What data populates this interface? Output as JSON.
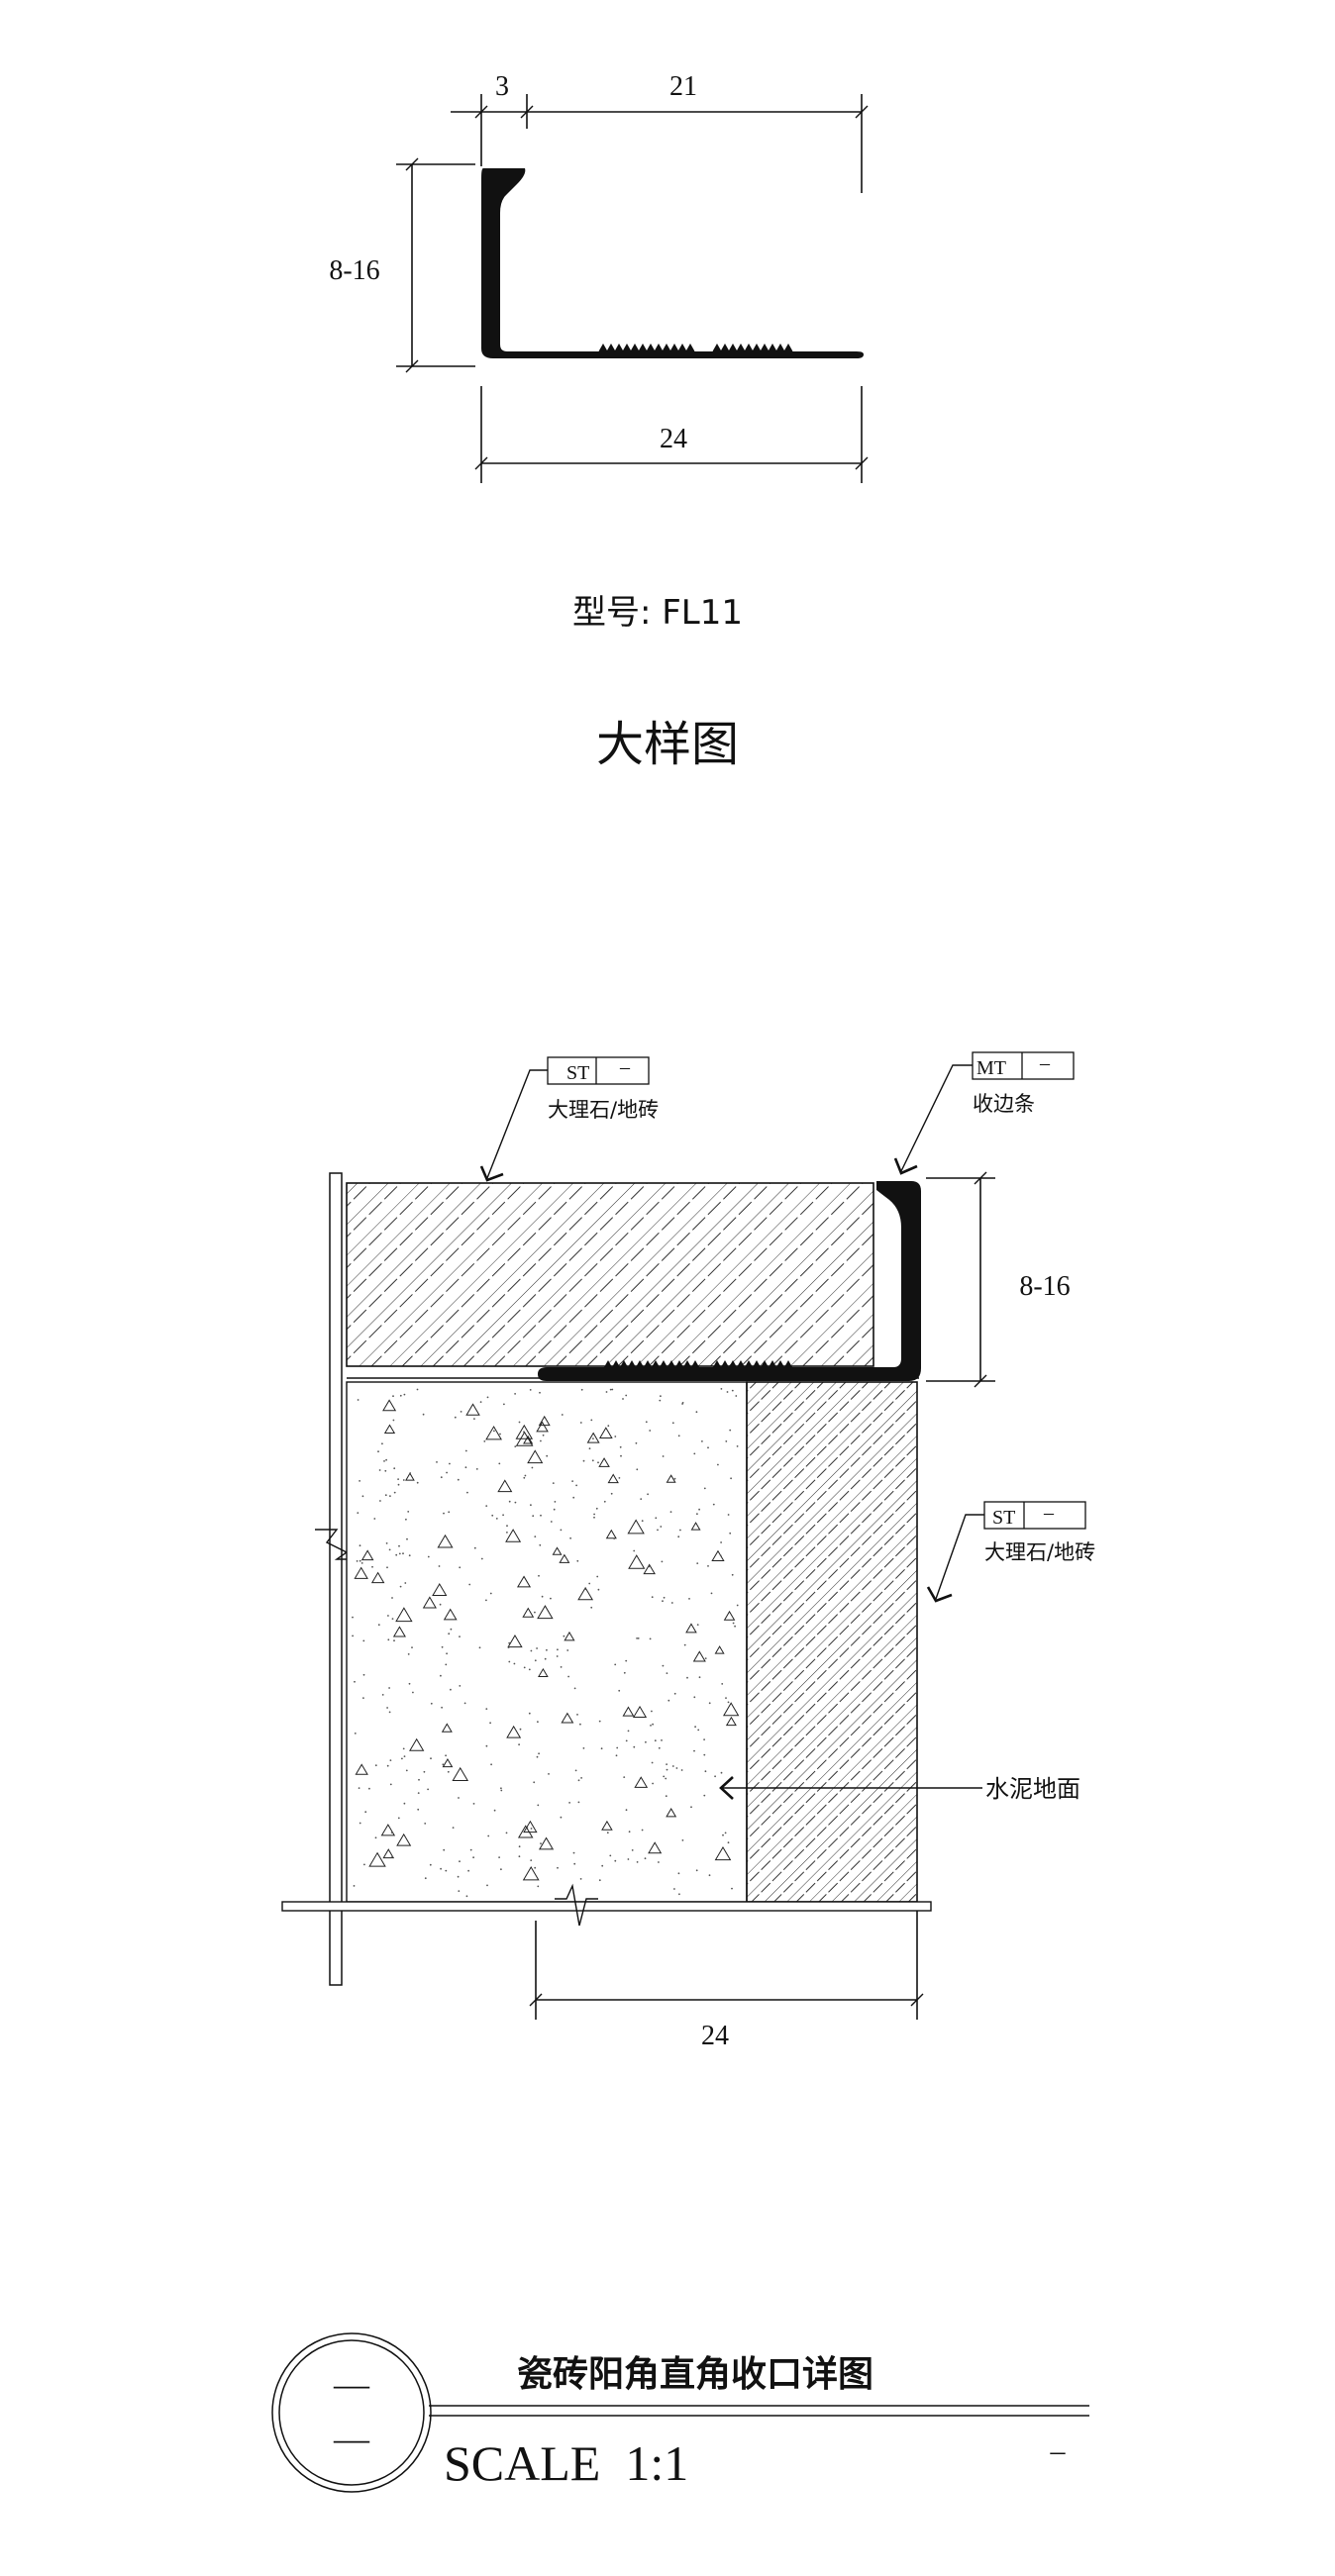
{
  "profile": {
    "dim_thickness": "3",
    "dim_flange": "21",
    "dim_height": "8-16",
    "dim_width": "24",
    "model_label": "型号: FL11"
  },
  "detail_title": "大样图",
  "section": {
    "tag_stone_top": {
      "code": "ST",
      "sub": "–",
      "label": "大理石/地砖"
    },
    "tag_trim": {
      "code": "MT",
      "sub": "–",
      "label": "收边条"
    },
    "tag_stone_side": {
      "code": "ST",
      "sub": "–",
      "label": "大理石/地砖"
    },
    "cement_label": "水泥地面",
    "dim_height": "8-16",
    "dim_width": "24"
  },
  "title_block": {
    "circle_top": "—",
    "circle_bottom": "—",
    "title": "瓷砖阳角直角收口详图",
    "scale_label": "SCALE  1:1",
    "sheet_ref": "–"
  }
}
